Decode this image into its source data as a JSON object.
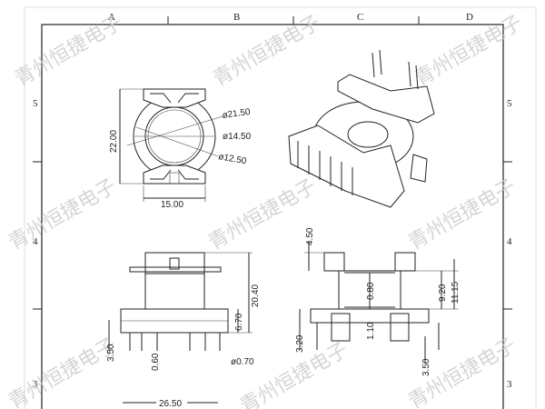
{
  "frame": {
    "columns": [
      "A",
      "B",
      "C",
      "D"
    ],
    "rows": [
      "5",
      "4",
      "3"
    ]
  },
  "watermark": "青州恒捷电子",
  "top_view": {
    "height_dim": "22.00",
    "width_dim": "15.00",
    "dia_outer": "ø21.50",
    "dia_mid": "ø14.50",
    "dia_inner": "ø12.50"
  },
  "front_view": {
    "height_dim": "20.40",
    "base_dim": "6.70",
    "pin_length": "3.50",
    "pin_offset": "0.60",
    "pin_dia": "ø0.70",
    "width_dim": "26.50"
  },
  "side_view": {
    "flange_top": "4.50",
    "wall_top": "0.80",
    "wall_bottom": "1.10",
    "inner_height": "9.20",
    "overall_height": "11.15",
    "base_height": "3.20",
    "pin_length": "3.50"
  }
}
